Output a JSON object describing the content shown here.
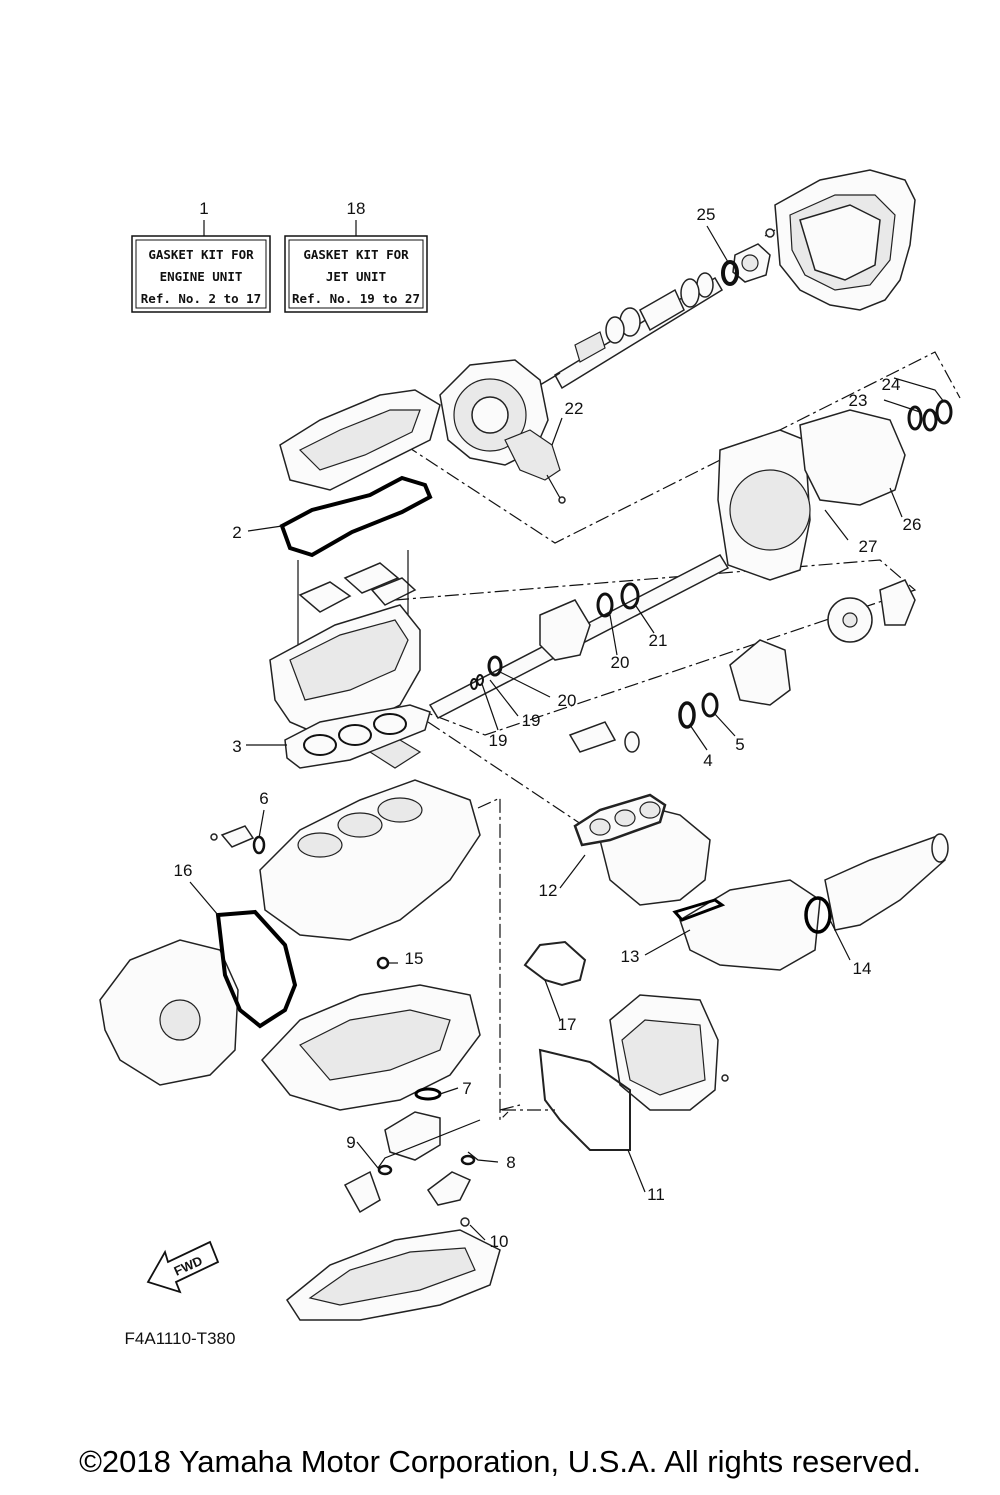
{
  "kits": [
    {
      "ref": "1",
      "lines": [
        "GASKET KIT FOR",
        "ENGINE UNIT",
        "Ref. No. 2 to 17"
      ]
    },
    {
      "ref": "18",
      "lines": [
        "GASKET KIT FOR",
        "JET UNIT",
        "Ref. No. 19 to 27"
      ]
    }
  ],
  "callouts": {
    "c2": "2",
    "c3": "3",
    "c4": "4",
    "c5": "5",
    "c6": "6",
    "c7": "7",
    "c8": "8",
    "c9": "9",
    "c10": "10",
    "c11": "11",
    "c12": "12",
    "c13": "13",
    "c14": "14",
    "c15": "15",
    "c16": "16",
    "c17": "17",
    "c19a": "19",
    "c19b": "19",
    "c20a": "20",
    "c20b": "20",
    "c21": "21",
    "c22": "22",
    "c23": "23",
    "c24": "24",
    "c25": "25",
    "c26": "26",
    "c27": "27"
  },
  "direction_label": "FWD",
  "diagram_code": "F4A1110-T380",
  "copyright": "©2018 Yamaha Motor Corporation, U.S.A. All rights reserved."
}
